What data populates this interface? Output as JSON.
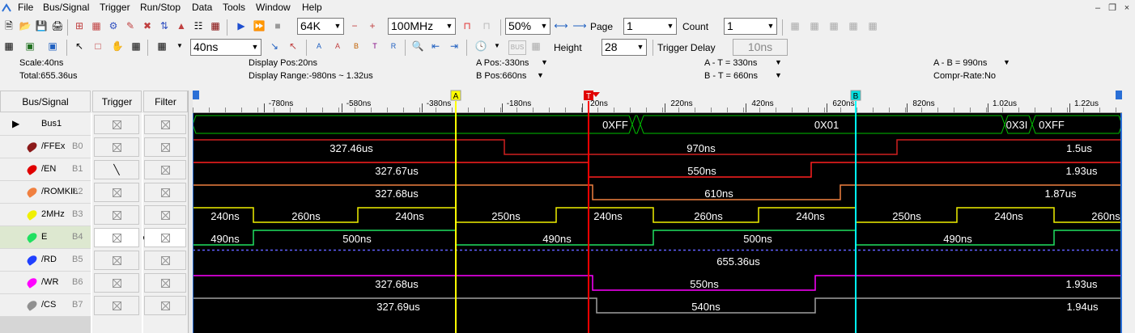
{
  "menu": [
    "File",
    "Bus/Signal",
    "Trigger",
    "Run/Stop",
    "Data",
    "Tools",
    "Window",
    "Help"
  ],
  "toolbar1": {
    "depth": "64K",
    "rate": "100MHz",
    "zoom": "50%",
    "page_label": "Page",
    "page_value": "1",
    "count_label": "Count",
    "count_value": "1"
  },
  "toolbar2": {
    "timebase": "40ns",
    "height_label": "Height",
    "height_value": "28",
    "trigger_delay_label": "Trigger Delay",
    "trigger_delay_value": "10ns",
    "bus_icon_text": "BUS"
  },
  "info": {
    "scale": "Scale:40ns",
    "total": "Total:655.36us",
    "display_pos": "Display Pos:20ns",
    "display_range": "Display Range:-980ns ~ 1.32us",
    "a_pos": "A Pos:-330ns",
    "b_pos": "B Pos:660ns",
    "a_t": "A - T = 330ns",
    "b_t": "B - T = 660ns",
    "a_b": "A - B = 990ns",
    "compr": "Compr-Rate:No"
  },
  "headers": {
    "bus_signal": "Bus/Signal",
    "trigger": "Trigger",
    "filter": "Filter"
  },
  "colors": {
    "bg": "#000000",
    "cursor_a": "#ffff00",
    "cursor_b": "#00ffff",
    "cursor_t": "#ff0000",
    "bus": "#00c000"
  },
  "ruler": {
    "ticks": [
      "-780ns",
      "-580ns",
      "-380ns",
      "-180ns",
      "20ns",
      "220ns",
      "420ns",
      "620ns",
      "820ns",
      "1.02us",
      "1.22us"
    ],
    "marker_a": "A",
    "marker_b": "B",
    "marker_t": "T"
  },
  "signals": [
    {
      "name": "Bus1",
      "channel": "",
      "color": "#000000",
      "is_bus": true
    },
    {
      "name": "/FFEx",
      "channel": "B0",
      "color": "#8b1a1a"
    },
    {
      "name": "/EN",
      "channel": "B1",
      "color": "#e00000"
    },
    {
      "name": "/ROMKIL",
      "channel": "B2",
      "color": "#f08040"
    },
    {
      "name": "2MHz",
      "channel": "B3",
      "color": "#f0f000"
    },
    {
      "name": "E",
      "channel": "B4",
      "color": "#20e060"
    },
    {
      "name": "/RD",
      "channel": "B5",
      "color": "#2040ff"
    },
    {
      "name": "/WR",
      "channel": "B6",
      "color": "#ff00ff"
    },
    {
      "name": "/CS",
      "channel": "B7",
      "color": "#909090"
    }
  ],
  "waves": {
    "bus": [
      "0XFF",
      "0X01",
      "0X3I",
      "0XFF"
    ],
    "ffex": [
      "327.46us",
      "970ns",
      "1.5us"
    ],
    "en": [
      "327.67us",
      "550ns",
      "1.93us"
    ],
    "romkil": [
      "327.68us",
      "610ns",
      "1.87us"
    ],
    "mhz2": [
      "240ns",
      "260ns",
      "240ns",
      "250ns",
      "240ns",
      "260ns",
      "240ns",
      "250ns",
      "240ns",
      "260ns"
    ],
    "e": [
      "490ns",
      "500ns",
      "490ns",
      "500ns",
      "490ns"
    ],
    "rd": [
      "655.36us"
    ],
    "wr": [
      "327.68us",
      "550ns",
      "1.93us"
    ],
    "cs": [
      "327.69us",
      "540ns",
      "1.94us"
    ]
  }
}
